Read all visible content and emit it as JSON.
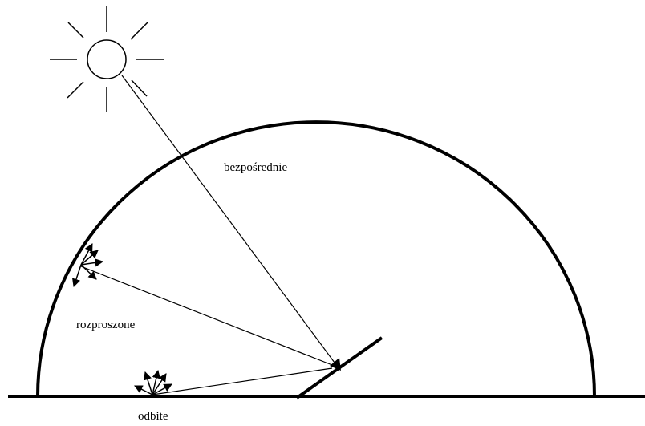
{
  "labels": {
    "direct": "bezpośrednie",
    "diffuse": "rozproszone",
    "reflected": "odbite"
  },
  "colors": {
    "ink": "#000000",
    "background": "#ffffff"
  }
}
